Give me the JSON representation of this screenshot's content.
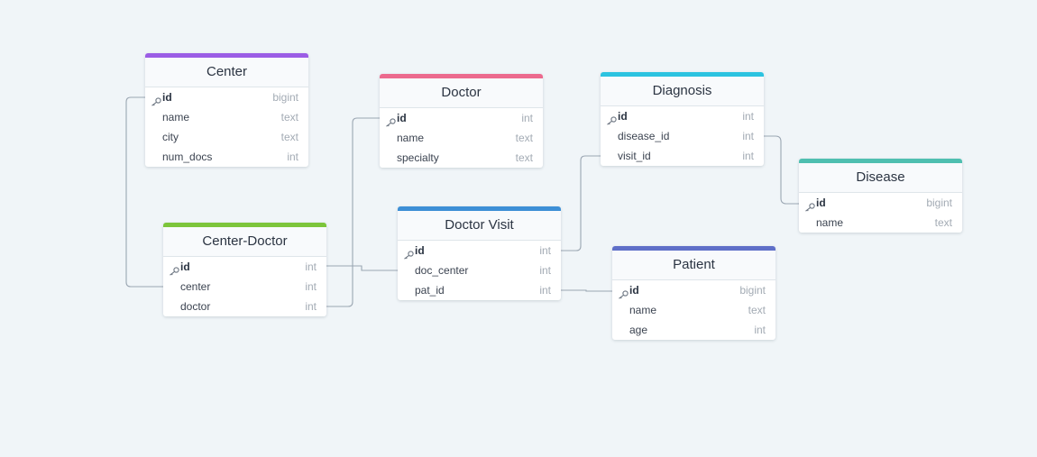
{
  "colors": {
    "background": "#f0f5f8",
    "center": "#9b5de5",
    "doctor": "#ec6a8e",
    "diagnosis": "#2cc3e0",
    "disease": "#4fbfb0",
    "center_doctor": "#7cc53b",
    "doctor_visit": "#3d8fd6",
    "patient": "#5f6fc8",
    "connector": "#9aa6b2"
  },
  "tables": {
    "center": {
      "title": "Center",
      "fields": [
        {
          "name": "id",
          "type": "bigint",
          "pk": true
        },
        {
          "name": "name",
          "type": "text",
          "pk": false
        },
        {
          "name": "city",
          "type": "text",
          "pk": false
        },
        {
          "name": "num_docs",
          "type": "int",
          "pk": false
        }
      ]
    },
    "doctor": {
      "title": "Doctor",
      "fields": [
        {
          "name": "id",
          "type": "int",
          "pk": true
        },
        {
          "name": "name",
          "type": "text",
          "pk": false
        },
        {
          "name": "specialty",
          "type": "text",
          "pk": false
        }
      ]
    },
    "diagnosis": {
      "title": "Diagnosis",
      "fields": [
        {
          "name": "id",
          "type": "int",
          "pk": true
        },
        {
          "name": "disease_id",
          "type": "int",
          "pk": false
        },
        {
          "name": "visit_id",
          "type": "int",
          "pk": false
        }
      ]
    },
    "disease": {
      "title": "Disease",
      "fields": [
        {
          "name": "id",
          "type": "bigint",
          "pk": true
        },
        {
          "name": "name",
          "type": "text",
          "pk": false
        }
      ]
    },
    "center_doctor": {
      "title": "Center-Doctor",
      "fields": [
        {
          "name": "id",
          "type": "int",
          "pk": true
        },
        {
          "name": "center",
          "type": "int",
          "pk": false
        },
        {
          "name": "doctor",
          "type": "int",
          "pk": false
        }
      ]
    },
    "doctor_visit": {
      "title": "Doctor Visit",
      "fields": [
        {
          "name": "id",
          "type": "int",
          "pk": true
        },
        {
          "name": "doc_center",
          "type": "int",
          "pk": false
        },
        {
          "name": "pat_id",
          "type": "int",
          "pk": false
        }
      ]
    },
    "patient": {
      "title": "Patient",
      "fields": [
        {
          "name": "id",
          "type": "bigint",
          "pk": true
        },
        {
          "name": "name",
          "type": "text",
          "pk": false
        },
        {
          "name": "age",
          "type": "int",
          "pk": false
        }
      ]
    }
  },
  "relationships": [
    {
      "from": "center_doctor.center",
      "to": "center.id"
    },
    {
      "from": "center_doctor.doctor",
      "to": "doctor.id"
    },
    {
      "from": "center_doctor.id",
      "to": "doctor_visit.doc_center"
    },
    {
      "from": "doctor_visit.pat_id",
      "to": "patient.id"
    },
    {
      "from": "diagnosis.visit_id",
      "to": "doctor_visit.id"
    },
    {
      "from": "diagnosis.disease_id",
      "to": "disease.id"
    }
  ]
}
